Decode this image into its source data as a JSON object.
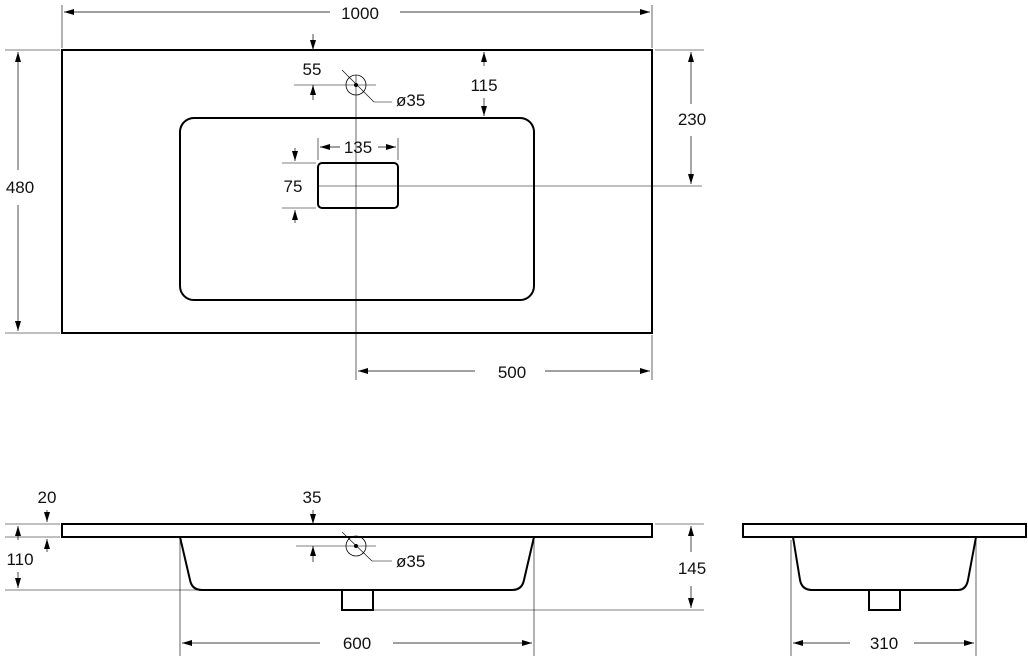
{
  "drawing": {
    "dimensions": {
      "top_width": "1000",
      "top_depth": "480",
      "tap_offset": "55",
      "tap_diameter_top": "ø35",
      "bowl_offset": "115",
      "drain_depth_offset": "230",
      "drain_width": "135",
      "drain_height": "75",
      "drain_center_offset": "500",
      "slab_thickness": "20",
      "tap_depth_side": "35",
      "tap_height": "110",
      "tap_diameter_front": "ø35",
      "total_height": "145",
      "bowl_width": "600",
      "side_bowl_width": "310"
    }
  }
}
